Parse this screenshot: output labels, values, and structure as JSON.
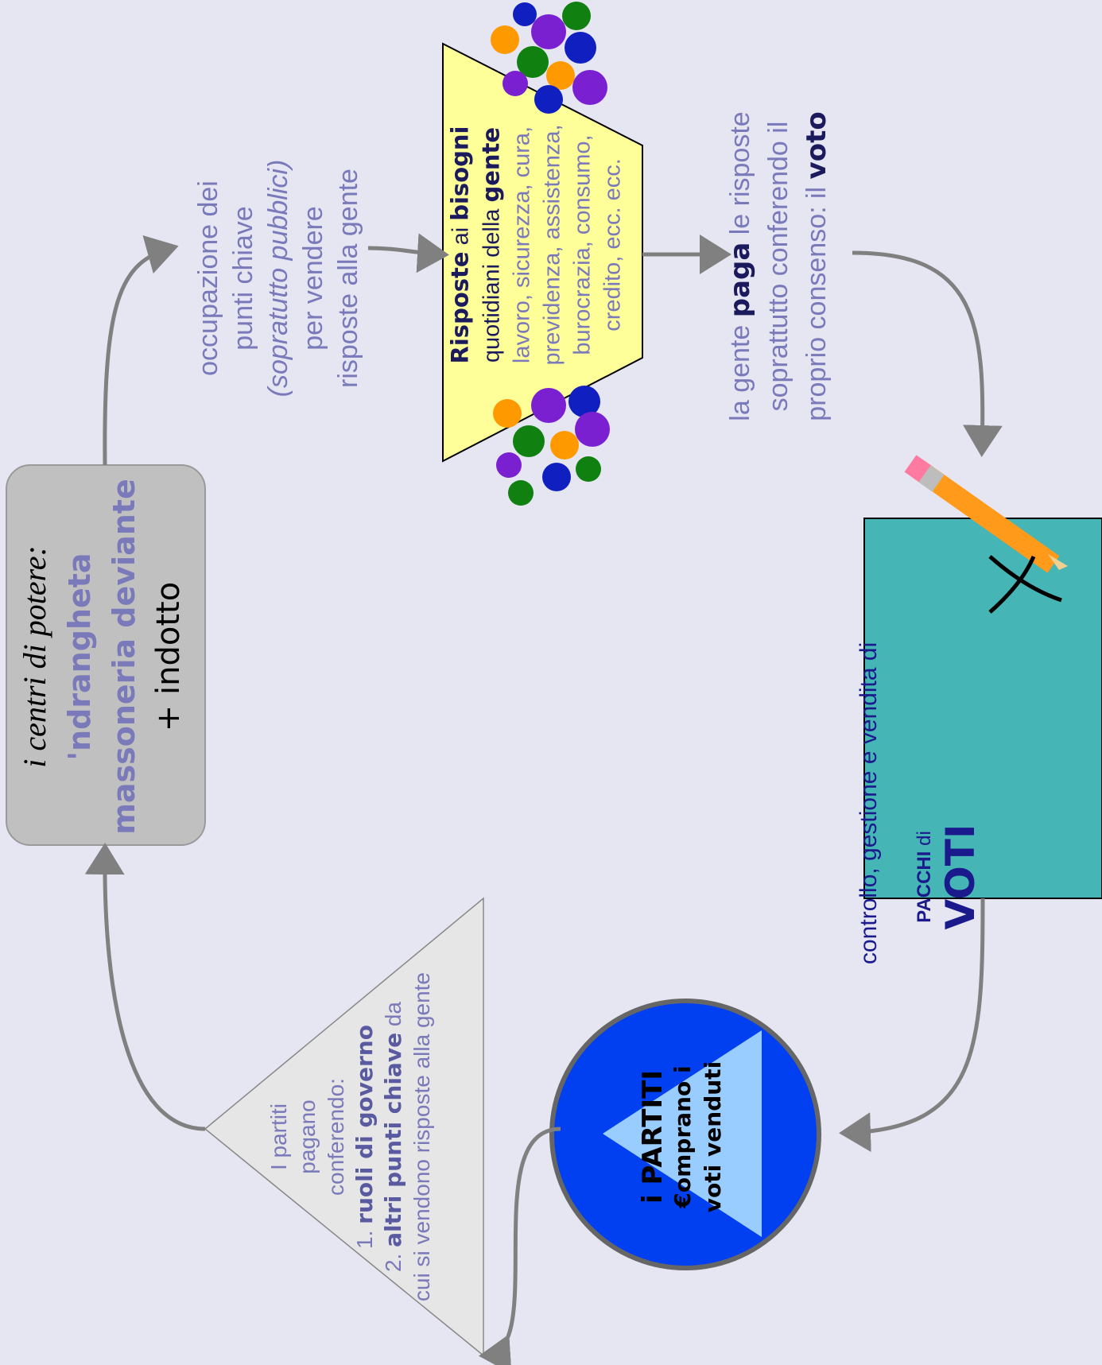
{
  "power_box": {
    "line1": "i centri di potere:",
    "line2": "'ndrangheta",
    "line3": "massoneria deviante",
    "line4": "+ indotto"
  },
  "occupation": {
    "line1": "occupazione dei",
    "line2": "punti chiave",
    "line3": "(sopratutto pubblici)",
    "line4": "per vendere",
    "line5": "risposte alla gente"
  },
  "needs_box": {
    "title_bold1": "Risposte",
    "title_mid": " ai ",
    "title_bold2": "bisogni",
    "line2_a": "quotidiani della ",
    "line2_b": "gente",
    "line3": "lavoro, sicurezza, cura,",
    "line4": "previdenza, assistenza,",
    "line5": "burocrazia, consumo,",
    "line6": "credito, ecc. ecc."
  },
  "people_pays": {
    "line1_a": "la gente ",
    "line1_b": "paga",
    "line1_c": " le risposte",
    "line2": "soprattutto conferendo il",
    "line3_a": "proprio consenso: il ",
    "line3_b": "voto"
  },
  "votes_box": {
    "line1": "controllo, gestione e vendita di",
    "line2_a": "PACCHI",
    "line2_b": " di",
    "line3": "VOTI"
  },
  "parties": {
    "line1_a": "i ",
    "line1_b": "PARTITI",
    "line2": "€omprano i",
    "line3": "voti venduti"
  },
  "parties_pay": {
    "line1": "I partiti",
    "line2": "pagano",
    "line3": "conferendo:",
    "line4_a": "1. ",
    "line4_b": "ruoli di governo",
    "line5_a": "2. ",
    "line5_b": "altri punti chiave",
    "line5_c": " da",
    "line6": "cui si vendono risposte alla gente"
  },
  "colors": {
    "background": "#e6e6f3",
    "gray_box": "#c0c0c0",
    "yellow_box": "#ffff99",
    "teal_box": "#45b5b5",
    "blue_circle": "#0040f0",
    "light_triangle": "#99ccff",
    "arrow": "#808080",
    "purple_text": "#7a79b9",
    "navy_text": "#1a1a5c"
  }
}
